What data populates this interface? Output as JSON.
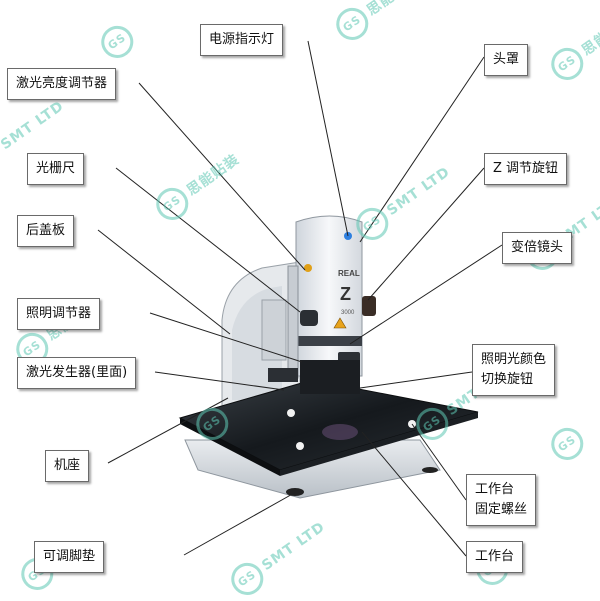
{
  "watermark": {
    "badge": "GS",
    "company": "SMT LTD",
    "cn": "思能贴装"
  },
  "labels": {
    "power_indicator": "电源指示灯",
    "head_cover": "头罩",
    "laser_brightness": "激光亮度调节器",
    "grating_ruler": "光栅尺",
    "z_knob": "Z 调节旋钮",
    "back_cover": "后盖板",
    "zoom_lens": "变倍镜头",
    "lighting_adjuster": "照明调节器",
    "light_color_line1": "照明光颜色",
    "light_color_line2": "切换旋钮",
    "laser_generator": "激光发生器(里面)",
    "base": "机座",
    "table_screw_line1": "工作台",
    "table_screw_line2": "固定螺丝",
    "adjustable_foot": "可调脚垫",
    "worktable": "工作台"
  },
  "device": {
    "brand": "REAL",
    "model": "Z",
    "number": "3000"
  }
}
